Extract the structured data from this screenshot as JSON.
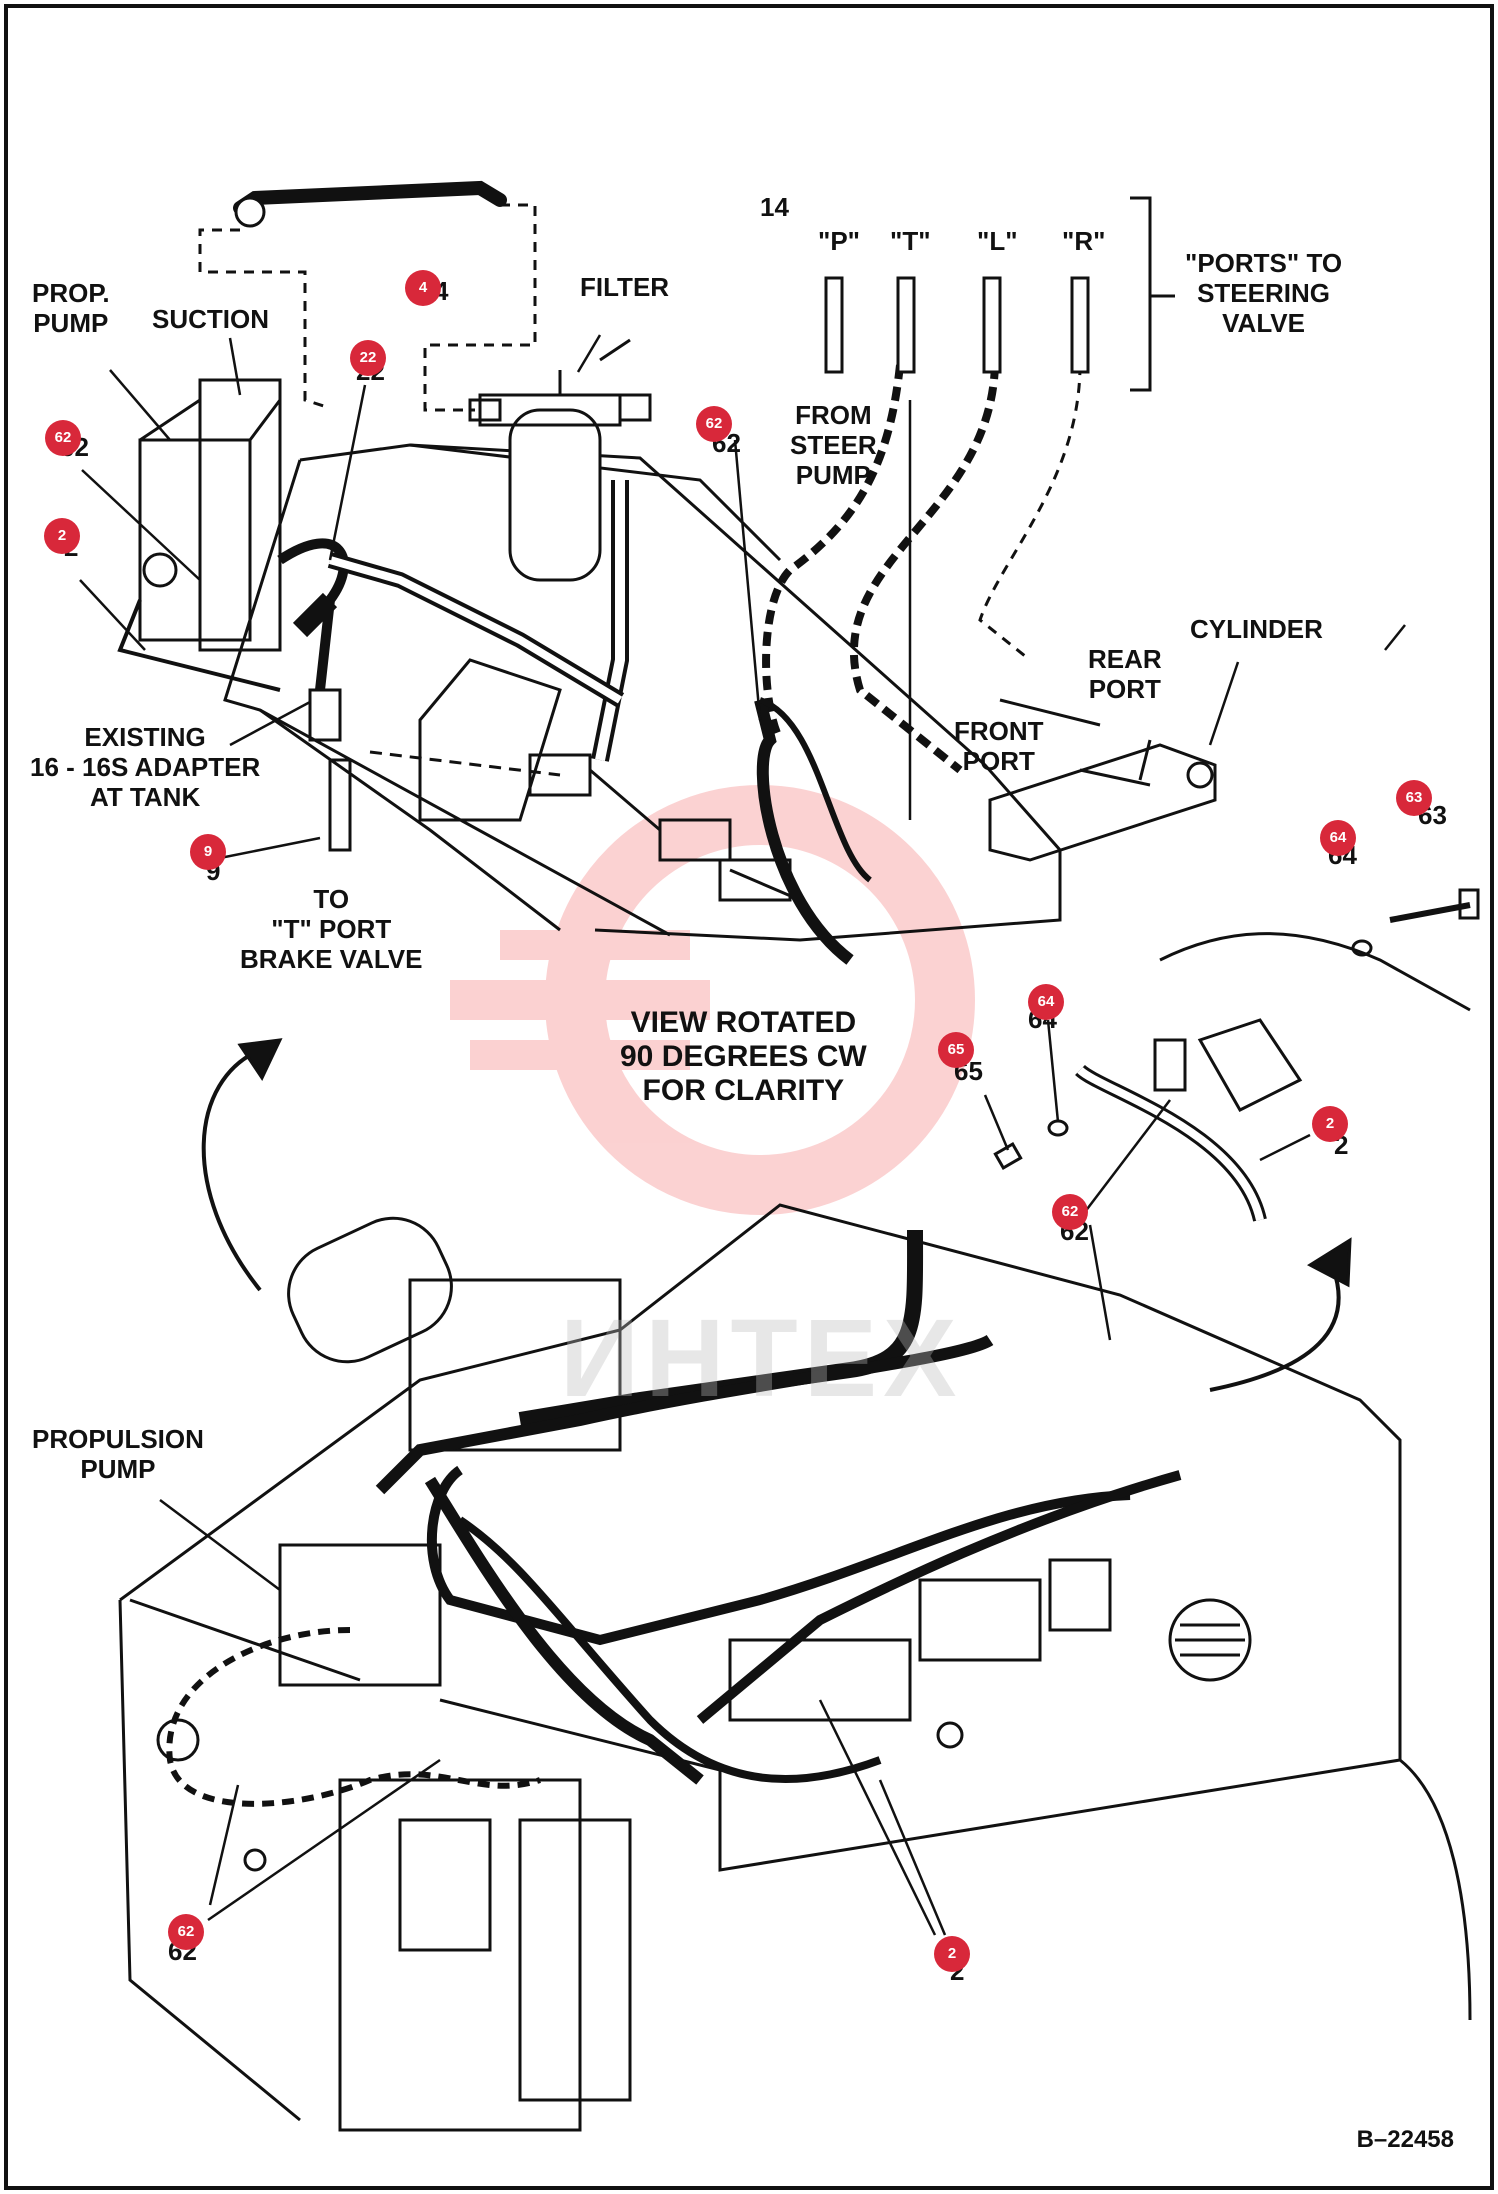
{
  "labels": {
    "prop_pump": "PROP.\nPUMP",
    "suction": "SUCTION",
    "filter": "FILTER",
    "item14": "14",
    "port_p": "\"P\"",
    "port_t": "\"T\"",
    "port_l": "\"L\"",
    "port_r": "\"R\"",
    "ports_to_steering": "\"PORTS\" TO\nSTEERING\nVALVE",
    "from_steer_pump": "FROM\nSTEER\nPUMP",
    "cylinder": "CYLINDER",
    "rear_port": "REAR\nPORT",
    "front_port": "FRONT\nPORT",
    "existing_adapter": "EXISTING\n16 - 16S ADAPTER\nAT TANK",
    "to_t_port": "TO\n\"T\" PORT\nBRAKE VALVE",
    "view_rotated": "VIEW ROTATED\n90 DEGREES CW\nFOR CLARITY",
    "propulsion_pump": "PROPULSION\nPUMP"
  },
  "callouts": [
    "4",
    "22",
    "62",
    "2",
    "62",
    "9",
    "63",
    "64",
    "64",
    "65",
    "2",
    "62",
    "62",
    "2"
  ],
  "watermark": "ИНТЕХ",
  "reference": "B–22458",
  "colors": {
    "callout": "#d8283a",
    "ink": "#111111"
  }
}
